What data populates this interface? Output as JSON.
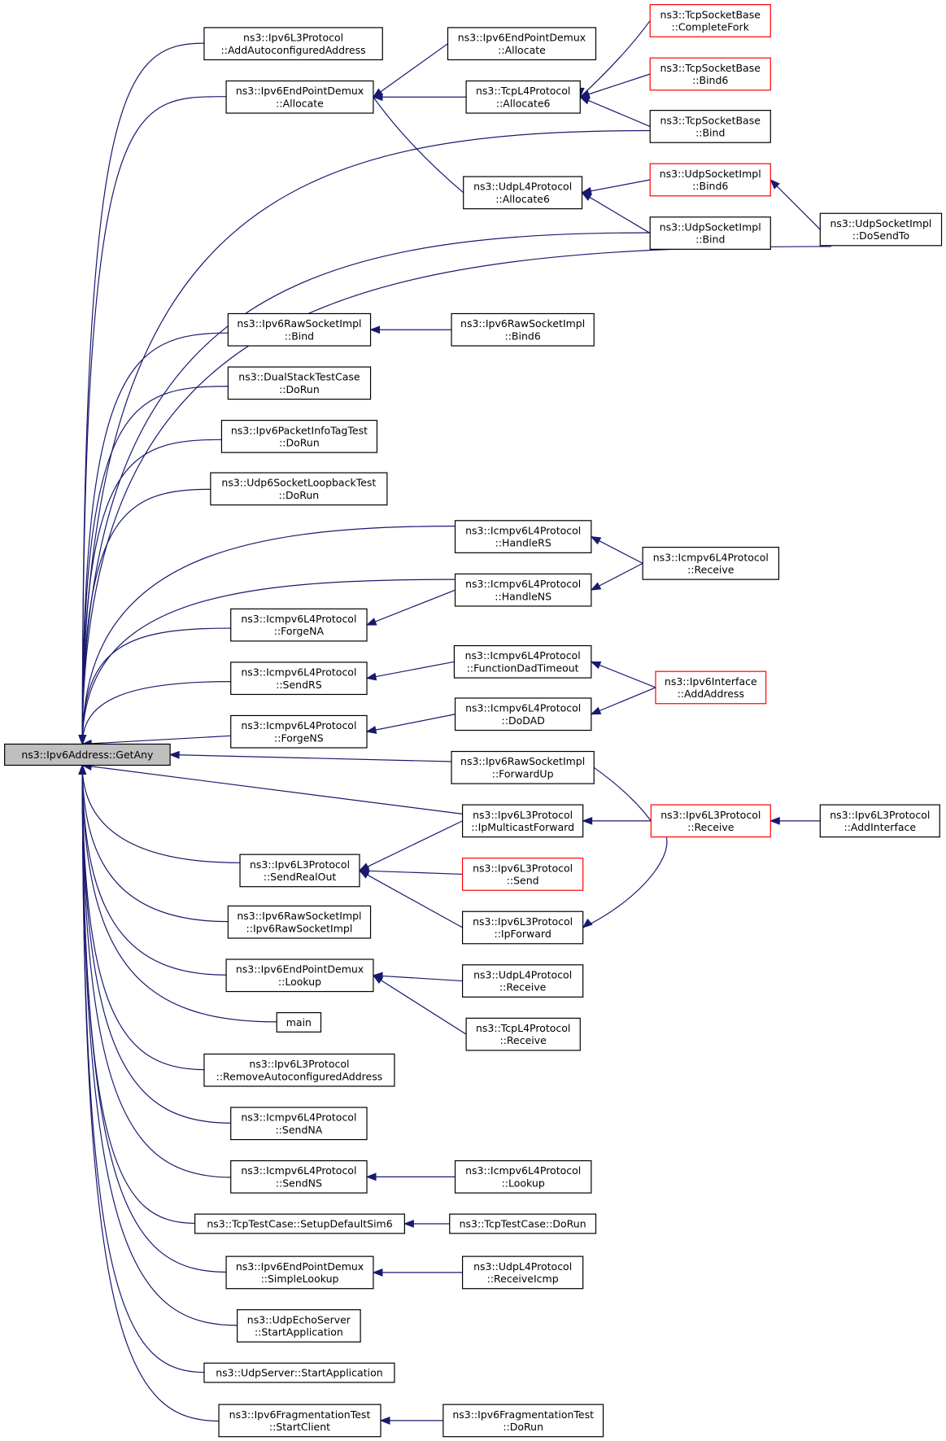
{
  "title": "ns3::Ipv6Address::GetAny",
  "nodes": {
    "root": {
      "lines": [
        "ns3::Ipv6Address::GetAny"
      ],
      "style": "root"
    },
    "l3AddAuto": {
      "lines": [
        "ns3::Ipv6L3Protocol",
        "::AddAutoconfiguredAddress"
      ]
    },
    "epdAllocate": {
      "lines": [
        "ns3::Ipv6EndPointDemux",
        "::Allocate"
      ]
    },
    "epdAllocate2": {
      "lines": [
        "ns3::Ipv6EndPointDemux",
        "::Allocate"
      ]
    },
    "tcpAllocate6": {
      "lines": [
        "ns3::TcpL4Protocol",
        "::Allocate6"
      ]
    },
    "udpAllocate6": {
      "lines": [
        "ns3::UdpL4Protocol",
        "::Allocate6"
      ]
    },
    "tsbCompleteFork": {
      "lines": [
        "ns3::TcpSocketBase",
        "::CompleteFork"
      ],
      "style": "red"
    },
    "tsbBind6": {
      "lines": [
        "ns3::TcpSocketBase",
        "::Bind6"
      ],
      "style": "red"
    },
    "tsbBind": {
      "lines": [
        "ns3::TcpSocketBase",
        "::Bind"
      ]
    },
    "usiBind6": {
      "lines": [
        "ns3::UdpSocketImpl",
        "::Bind6"
      ],
      "style": "red"
    },
    "usiBind": {
      "lines": [
        "ns3::UdpSocketImpl",
        "::Bind"
      ]
    },
    "usiDoSendTo": {
      "lines": [
        "ns3::UdpSocketImpl",
        "::DoSendTo"
      ]
    },
    "rawBind": {
      "lines": [
        "ns3::Ipv6RawSocketImpl",
        "::Bind"
      ]
    },
    "rawBind6": {
      "lines": [
        "ns3::Ipv6RawSocketImpl",
        "::Bind6"
      ]
    },
    "dualStack": {
      "lines": [
        "ns3::DualStackTestCase",
        "::DoRun"
      ]
    },
    "pktInfo": {
      "lines": [
        "ns3::Ipv6PacketInfoTagTest",
        "::DoRun"
      ]
    },
    "udp6Loop": {
      "lines": [
        "ns3::Udp6SocketLoopbackTest",
        "::DoRun"
      ]
    },
    "icmpHandleRS": {
      "lines": [
        "ns3::Icmpv6L4Protocol",
        "::HandleRS"
      ]
    },
    "icmpHandleNS": {
      "lines": [
        "ns3::Icmpv6L4Protocol",
        "::HandleNS"
      ]
    },
    "icmpReceive": {
      "lines": [
        "ns3::Icmpv6L4Protocol",
        "::Receive"
      ]
    },
    "icmpForgeNA": {
      "lines": [
        "ns3::Icmpv6L4Protocol",
        "::ForgeNA"
      ]
    },
    "icmpSendRS": {
      "lines": [
        "ns3::Icmpv6L4Protocol",
        "::SendRS"
      ]
    },
    "icmpFuncDad": {
      "lines": [
        "ns3::Icmpv6L4Protocol",
        "::FunctionDadTimeout"
      ]
    },
    "ifAddAddress": {
      "lines": [
        "ns3::Ipv6Interface",
        "::AddAddress"
      ],
      "style": "red"
    },
    "icmpForgeNS": {
      "lines": [
        "ns3::Icmpv6L4Protocol",
        "::ForgeNS"
      ]
    },
    "icmpDoDAD": {
      "lines": [
        "ns3::Icmpv6L4Protocol",
        "::DoDAD"
      ]
    },
    "rawForwardUp": {
      "lines": [
        "ns3::Ipv6RawSocketImpl",
        "::ForwardUp"
      ]
    },
    "l3IpMcast": {
      "lines": [
        "ns3::Ipv6L3Protocol",
        "::IpMulticastForward"
      ]
    },
    "l3Receive": {
      "lines": [
        "ns3::Ipv6L3Protocol",
        "::Receive"
      ],
      "style": "red"
    },
    "l3AddInterface": {
      "lines": [
        "ns3::Ipv6L3Protocol",
        "::AddInterface"
      ]
    },
    "l3SendRealOut": {
      "lines": [
        "ns3::Ipv6L3Protocol",
        "::SendRealOut"
      ]
    },
    "l3Send": {
      "lines": [
        "ns3::Ipv6L3Protocol",
        "::Send"
      ],
      "style": "red"
    },
    "l3IpForward": {
      "lines": [
        "ns3::Ipv6L3Protocol",
        "::IpForward"
      ]
    },
    "rawCtor": {
      "lines": [
        "ns3::Ipv6RawSocketImpl",
        "::Ipv6RawSocketImpl"
      ]
    },
    "epdLookup": {
      "lines": [
        "ns3::Ipv6EndPointDemux",
        "::Lookup"
      ]
    },
    "udpReceive": {
      "lines": [
        "ns3::UdpL4Protocol",
        "::Receive"
      ]
    },
    "tcpReceive": {
      "lines": [
        "ns3::TcpL4Protocol",
        "::Receive"
      ]
    },
    "main": {
      "lines": [
        "main"
      ]
    },
    "l3RemoveAuto": {
      "lines": [
        "ns3::Ipv6L3Protocol",
        "::RemoveAutoconfiguredAddress"
      ]
    },
    "icmpSendNA": {
      "lines": [
        "ns3::Icmpv6L4Protocol",
        "::SendNA"
      ]
    },
    "icmpSendNS": {
      "lines": [
        "ns3::Icmpv6L4Protocol",
        "::SendNS"
      ]
    },
    "icmpLookup": {
      "lines": [
        "ns3::Icmpv6L4Protocol",
        "::Lookup"
      ]
    },
    "tcpSetupSim6": {
      "lines": [
        "ns3::TcpTestCase::SetupDefaultSim6"
      ]
    },
    "tcpTcDoRun": {
      "lines": [
        "ns3::TcpTestCase::DoRun"
      ]
    },
    "epdSimpleLookup": {
      "lines": [
        "ns3::Ipv6EndPointDemux",
        "::SimpleLookup"
      ]
    },
    "udpReceiveIcmp": {
      "lines": [
        "ns3::UdpL4Protocol",
        "::ReceiveIcmp"
      ]
    },
    "echoStart": {
      "lines": [
        "ns3::UdpEchoServer",
        "::StartApplication"
      ]
    },
    "udpServerStart": {
      "lines": [
        "ns3::UdpServer::StartApplication"
      ]
    },
    "fragStartClient": {
      "lines": [
        "ns3::Ipv6FragmentationTest",
        "::StartClient"
      ]
    },
    "fragDoRun": {
      "lines": [
        "ns3::Ipv6FragmentationTest",
        "::DoRun"
      ]
    }
  }
}
